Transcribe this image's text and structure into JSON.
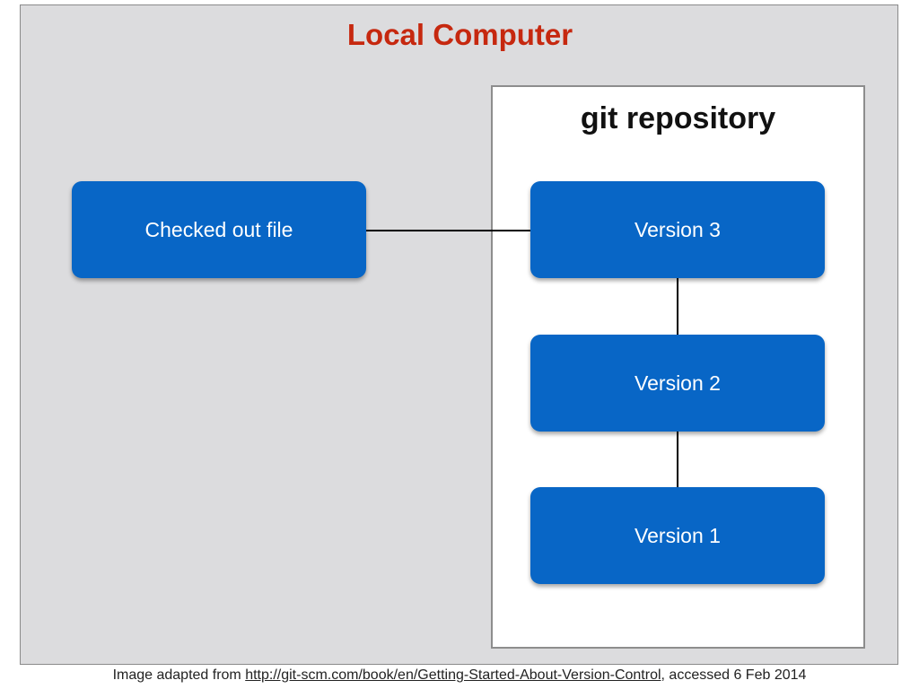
{
  "local_computer": {
    "title": "Local Computer",
    "title_color": "#c6280f",
    "background_color": "#dcdcde"
  },
  "repository": {
    "title": "git repository"
  },
  "checked_out_file": {
    "label": "Checked out file"
  },
  "versions": [
    {
      "label": "Version 3"
    },
    {
      "label": "Version 2"
    },
    {
      "label": "Version 1"
    }
  ],
  "node_color": "#0866c6",
  "caption": {
    "prefix": "Image adapted from ",
    "link_text": "http://git-scm.com/book/en/Getting-Started-About-Version-Control",
    "suffix": ", accessed 6 Feb 2014"
  }
}
